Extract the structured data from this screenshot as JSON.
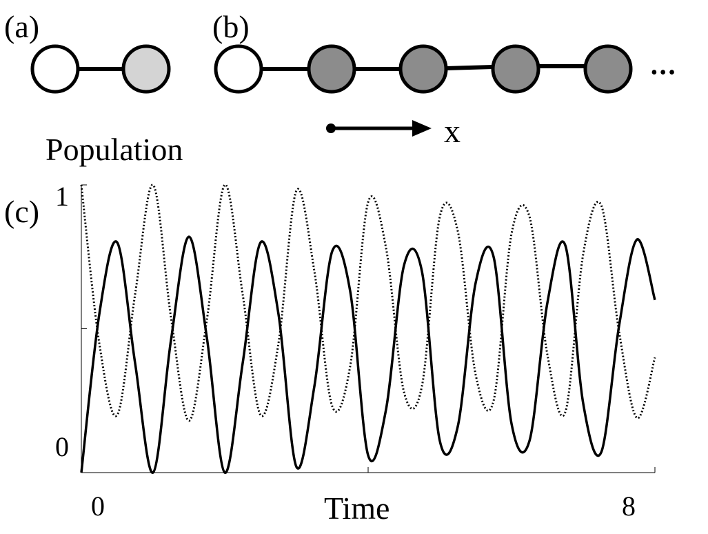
{
  "panels": {
    "a": {
      "label": "(a)",
      "sites": [
        {
          "fill": "#ffffff"
        },
        {
          "fill": "#d4d4d4"
        }
      ]
    },
    "b": {
      "label": "(b)",
      "sites": [
        {
          "fill": "#ffffff"
        },
        {
          "fill": "#8c8c8c"
        },
        {
          "fill": "#8c8c8c"
        },
        {
          "fill": "#8c8c8c"
        },
        {
          "fill": "#8c8c8c"
        }
      ],
      "ellipsis": "•••",
      "direction_label": "x"
    },
    "c": {
      "label": "(c)"
    }
  },
  "chart_data": {
    "type": "line",
    "title": "",
    "ylabel": "Population",
    "xlabel": "Time",
    "xlim": [
      0,
      8
    ],
    "ylim": [
      0,
      1
    ],
    "xticks": [
      0,
      4,
      8
    ],
    "xtick_labels": [
      "0",
      "",
      "8"
    ],
    "yticks": [
      0,
      0.5,
      1
    ],
    "ytick_labels": [
      "0",
      "",
      "1"
    ],
    "grid": false,
    "legend": "none",
    "series": [
      {
        "style": "solid",
        "color": "#000000",
        "x": [
          0,
          0.25,
          0.5,
          0.75,
          1.0,
          1.25,
          1.5,
          1.75,
          2.0,
          2.25,
          2.5,
          2.75,
          3.0,
          3.25,
          3.5,
          3.75,
          4.0,
          4.25,
          4.5,
          4.75,
          5.0,
          5.25,
          5.5,
          5.75,
          6.0,
          6.25,
          6.5,
          6.75,
          7.0,
          7.25,
          7.5,
          7.75,
          8.0
        ],
        "y": [
          0.0,
          0.55,
          0.8,
          0.38,
          0.0,
          0.46,
          0.82,
          0.47,
          0.0,
          0.38,
          0.8,
          0.55,
          0.02,
          0.3,
          0.77,
          0.63,
          0.06,
          0.22,
          0.72,
          0.7,
          0.11,
          0.16,
          0.66,
          0.75,
          0.17,
          0.11,
          0.59,
          0.79,
          0.24,
          0.07,
          0.51,
          0.81,
          0.6
        ]
      },
      {
        "style": "dotted",
        "color": "#000000",
        "x": [
          0,
          0.25,
          0.5,
          0.75,
          1.0,
          1.25,
          1.5,
          1.75,
          2.0,
          2.25,
          2.5,
          2.75,
          3.0,
          3.25,
          3.5,
          3.75,
          4.0,
          4.25,
          4.5,
          4.75,
          5.0,
          5.25,
          5.5,
          5.75,
          6.0,
          6.25,
          6.5,
          6.75,
          7.0,
          7.25,
          7.5,
          7.75,
          8.0
        ],
        "y": [
          1.0,
          0.45,
          0.2,
          0.62,
          1.0,
          0.54,
          0.18,
          0.53,
          1.0,
          0.62,
          0.2,
          0.45,
          0.98,
          0.7,
          0.23,
          0.37,
          0.94,
          0.78,
          0.28,
          0.3,
          0.89,
          0.84,
          0.34,
          0.25,
          0.83,
          0.89,
          0.41,
          0.21,
          0.76,
          0.93,
          0.49,
          0.19,
          0.4
        ]
      }
    ]
  }
}
